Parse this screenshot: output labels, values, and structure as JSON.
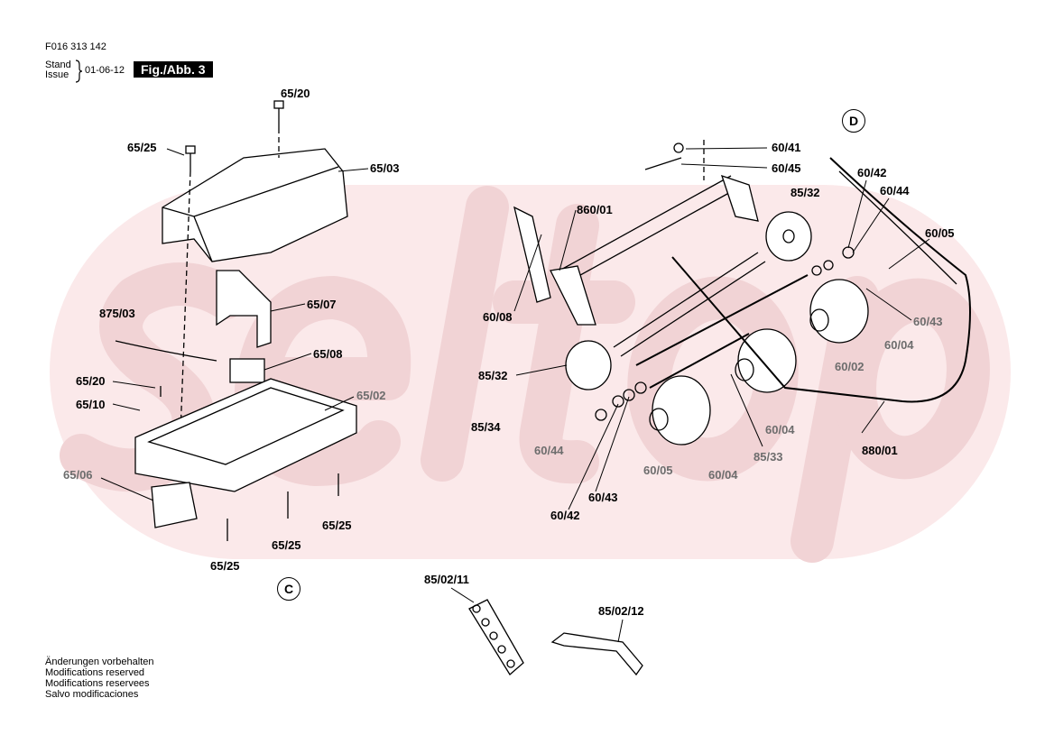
{
  "header": {
    "doc_number": "F016 313 142",
    "stand_label": "Stand",
    "issue_label": "Issue",
    "date": "01-06-12",
    "figure": "Fig./Abb. 3"
  },
  "watermark": "seltop",
  "callouts": {
    "c": "C",
    "d": "D"
  },
  "labels": [
    "65/20",
    "65/25",
    "65/03",
    "65/07",
    "875/03",
    "65/08",
    "65/20",
    "65/10",
    "65/02",
    "65/06",
    "65/25",
    "65/25",
    "65/25",
    "60/41",
    "60/45",
    "60/42",
    "60/44",
    "85/32",
    "860/01",
    "60/05",
    "60/08",
    "60/43",
    "60/04",
    "85/32",
    "60/02",
    "85/34",
    "60/44",
    "60/04",
    "880/01",
    "85/33",
    "60/05",
    "60/04",
    "60/43",
    "60/42",
    "85/02/11",
    "85/02/12"
  ],
  "notes": [
    "Änderungen vorbehalten",
    "Modifications reserved",
    "Modifications reservees",
    "Salvo modificaciones"
  ]
}
